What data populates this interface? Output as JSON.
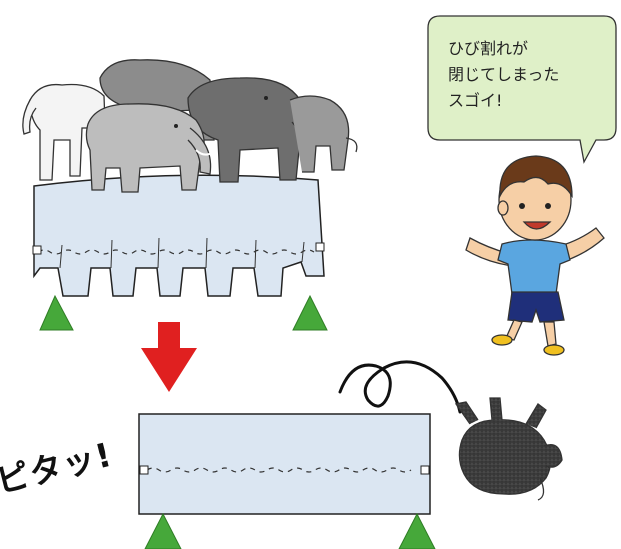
{
  "bubble": {
    "text": "ひび割れが\n閉じてしまった\nスゴイ!"
  },
  "exclamation": "ピタッ!",
  "colors": {
    "beam": "#dbe6f2",
    "beam_outline": "#222222",
    "support": "#46a83a",
    "arrow": "#e02020",
    "bubble": "#dff0c8",
    "shirt": "#5aa6e0",
    "shorts": "#1f2f7a"
  },
  "icons": [
    "elephant-herd-illustration",
    "boy-illustration",
    "fallen-elephant-illustration",
    "down-arrow-icon",
    "support-triangle-icon"
  ]
}
